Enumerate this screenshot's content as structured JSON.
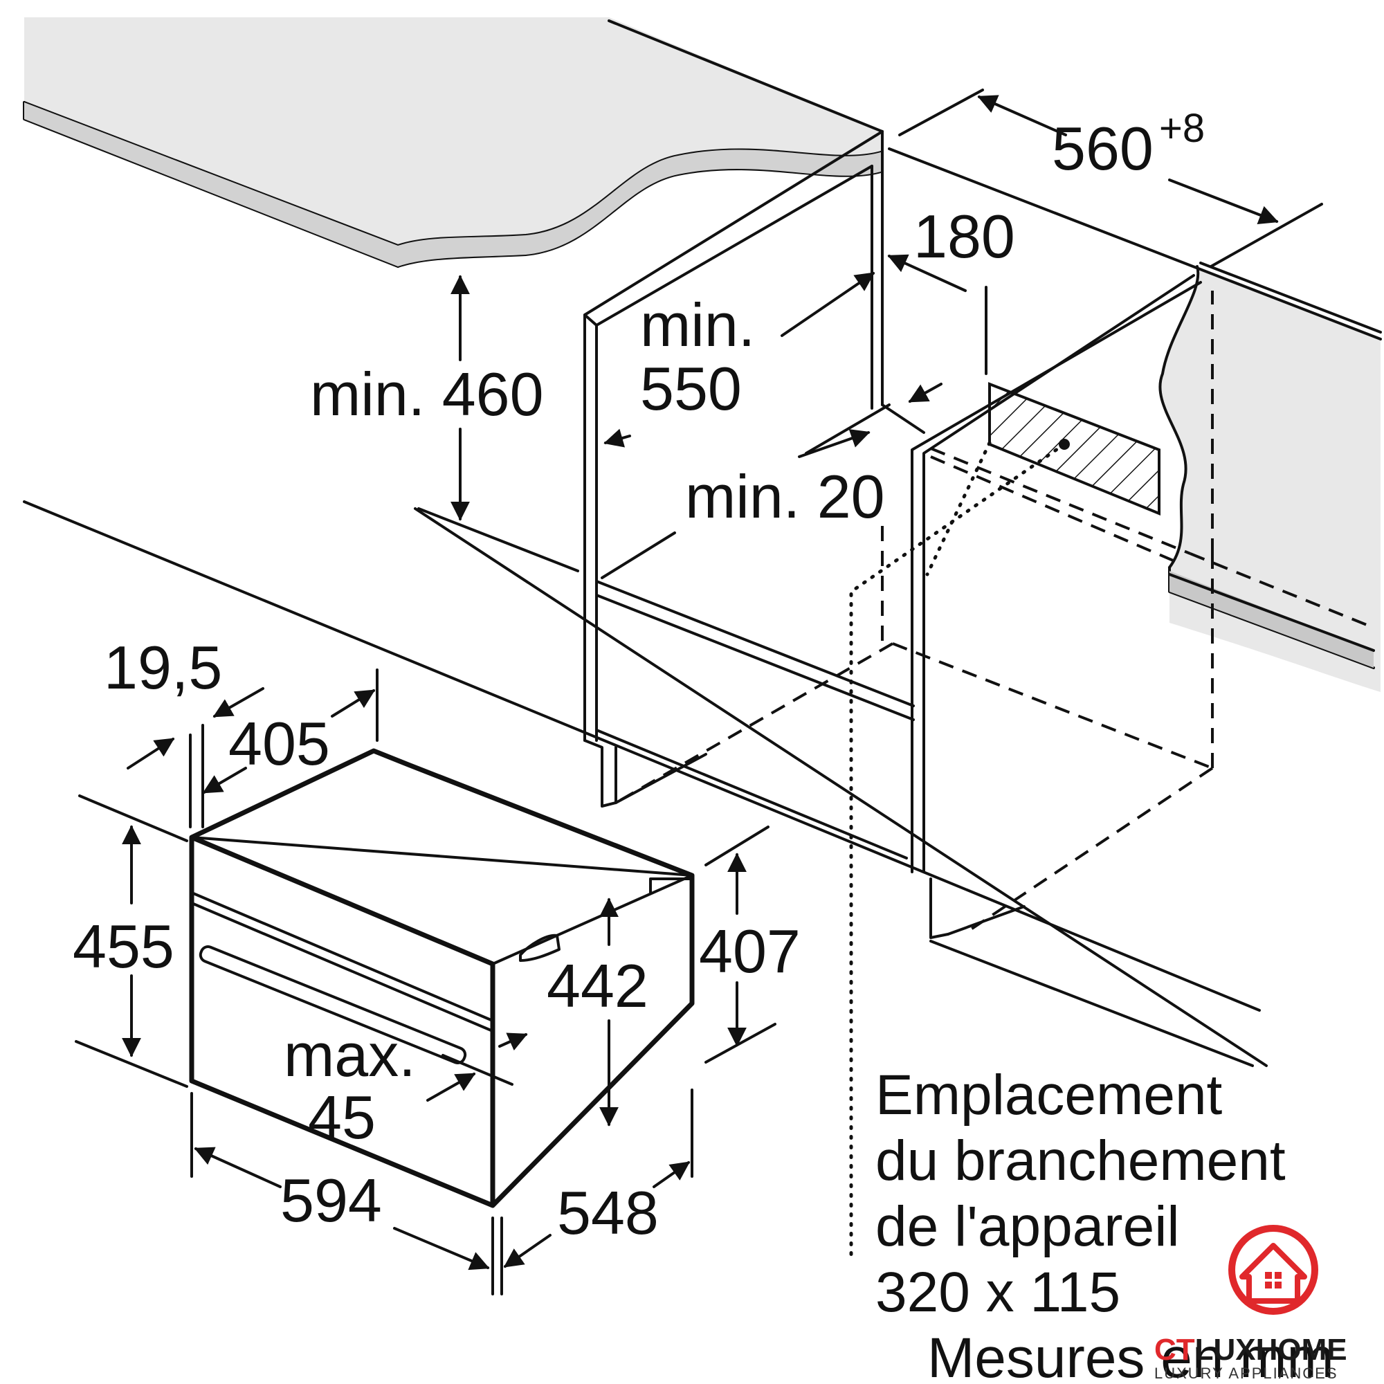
{
  "labels": {
    "width_niche": "560",
    "width_niche_sup": "+8",
    "depth_180": "180",
    "min_550_line1": "min.",
    "min_550_line2": "550",
    "min_460": "min. 460",
    "min_20": "min. 20",
    "d_19_5": "19,5",
    "d_405": "405",
    "d_455": "455",
    "d_407": "407",
    "d_442": "442",
    "max_45_line1": "max.",
    "max_45_line2": "45",
    "d_594": "594",
    "d_548": "548"
  },
  "note": {
    "line1": "Emplacement",
    "line2": "du branchement",
    "line3": "de l'appareil",
    "line4": "320 x 115",
    "line5": "Mesures en mm"
  },
  "logo": {
    "brand_ct": "CT",
    "brand_rest": "LUXHOME",
    "tagline": "LUXURY APPLIANCES",
    "colors": {
      "red": "#e0282b",
      "dark": "#1a1a1a"
    }
  }
}
